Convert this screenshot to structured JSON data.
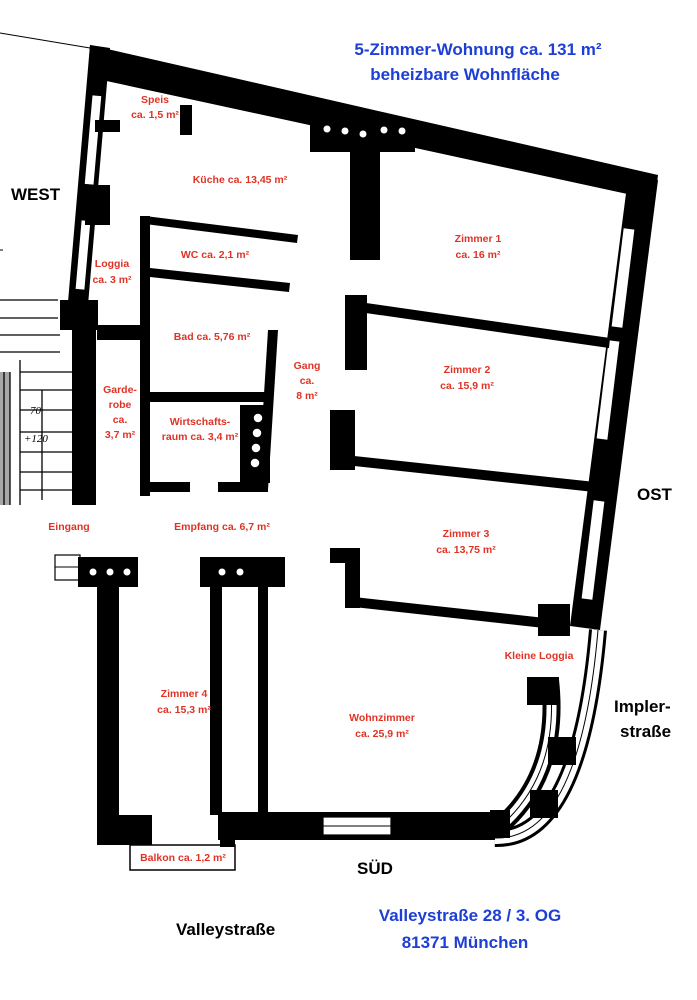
{
  "title": {
    "line1": "5-Zimmer-Wohnung ca. 131 m²",
    "line2": "beheizbare Wohnfläche"
  },
  "directions": {
    "west": "WEST",
    "ost": "OST",
    "sued": "SÜD"
  },
  "streets": {
    "impler_1": "Impler-",
    "impler_2": "straße",
    "valley": "Valleystraße"
  },
  "address": {
    "line1": "Valleystraße 28 / 3. OG",
    "line2": "81371 München"
  },
  "rooms": {
    "speis": {
      "name": "Speis",
      "area": "ca. 1,5 m²"
    },
    "kueche": {
      "label": "Küche ca. 13,45 m²"
    },
    "wc": {
      "label": "WC ca. 2,1 m²"
    },
    "loggia": {
      "name": "Loggia",
      "area": "ca. 3 m²"
    },
    "bad": {
      "label": "Bad  ca. 5,76 m²"
    },
    "gang": {
      "name": "Gang",
      "sub": "ca.",
      "area": "8 m²"
    },
    "garderobe": {
      "l1": "Garde-",
      "l2": "robe",
      "l3": "ca.",
      "l4": "3,7 m²"
    },
    "wirtschaft": {
      "l1": "Wirtschafts-",
      "l2": "raum ca. 3,4 m²"
    },
    "zimmer1": {
      "name": "Zimmer 1",
      "area": "ca. 16 m²"
    },
    "zimmer2": {
      "name": "Zimmer 2",
      "area": "ca. 15,9 m²"
    },
    "zimmer3": {
      "name": "Zimmer 3",
      "area": "ca. 13,75 m²"
    },
    "eingang": {
      "label": "Eingang"
    },
    "empfang": {
      "label": "Empfang ca. 6,7 m²"
    },
    "kleine_loggia": {
      "label": "Kleine Loggia"
    },
    "zimmer4": {
      "name": "Zimmer 4",
      "area": "ca. 15,3 m²"
    },
    "wohnzimmer": {
      "name": "Wohnzimmer",
      "area": "ca. 25,9 m²"
    },
    "balkon": {
      "label": "Balkon ca. 1,2 m²"
    }
  },
  "stair_marks": {
    "a": "70",
    "b": "+120"
  }
}
